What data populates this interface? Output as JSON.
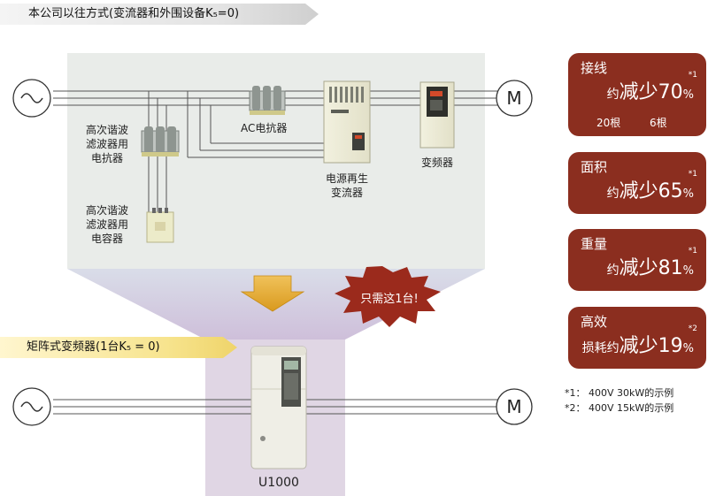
{
  "header": {
    "traditional_title": "本公司以往方式(变流器和外围设备K₅=0)"
  },
  "top_labels": {
    "filter_reactor": [
      "高次谐波",
      "滤波器用",
      "电抗器"
    ],
    "filter_capacitor": [
      "高次谐波",
      "滤波器用",
      "电容器"
    ],
    "ac_reactor": "AC电抗器",
    "regen_converter": [
      "电源再生",
      "变流器"
    ],
    "inverter": "变频器",
    "motor_symbol": "M"
  },
  "callout": {
    "only_one": "只需这1台!"
  },
  "bottom": {
    "title": "矩阵式变频器(1台K₅ = 0)",
    "product_label": "U1000",
    "motor_symbol": "M"
  },
  "benefits": [
    {
      "title": "接线",
      "prefix": "约",
      "big": "减少70",
      "pct": "%",
      "star": "*1",
      "detail": {
        "from": "20根",
        "to": "6根"
      }
    },
    {
      "title": "面积",
      "prefix": "约",
      "big": "减少65",
      "pct": "%",
      "star": "*1"
    },
    {
      "title": "重量",
      "prefix": "约",
      "big": "减少81",
      "pct": "%",
      "star": "*1"
    },
    {
      "title": "高效",
      "prefix": "损耗约",
      "big": "减少19",
      "pct": "%",
      "star": "*2"
    }
  ],
  "notes": [
    "*1： 400V  30kW的示例",
    "*2： 400V  15kW的示例"
  ],
  "colors": {
    "panel": "#8b2e1f",
    "arrow": "#e3a92e",
    "burst": "#9b2a1c",
    "top_bg": "#e9ece9",
    "bottom_bg": "#e0d6e4"
  }
}
